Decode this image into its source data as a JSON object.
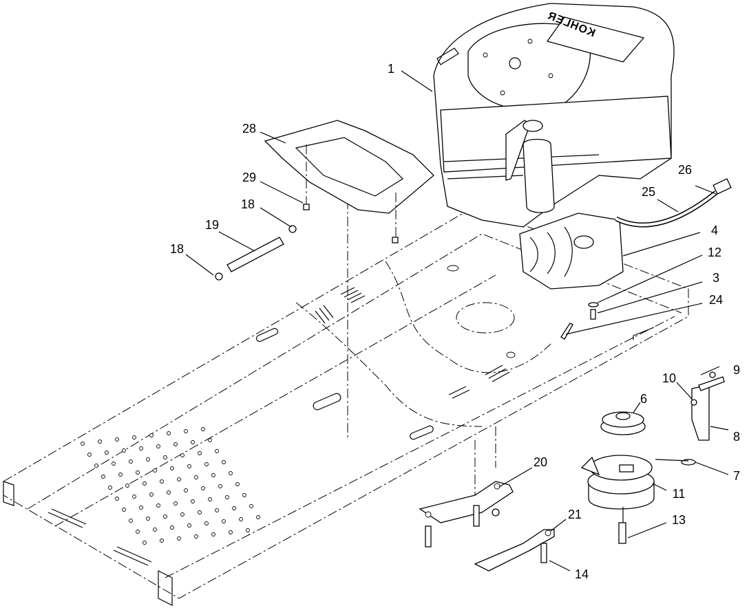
{
  "diagram": {
    "engine_logo": "KOHLER",
    "callouts": [
      {
        "id": "c1",
        "label": "1"
      },
      {
        "id": "c3",
        "label": "3"
      },
      {
        "id": "c4",
        "label": "4"
      },
      {
        "id": "c6",
        "label": "6"
      },
      {
        "id": "c7",
        "label": "7"
      },
      {
        "id": "c8",
        "label": "8"
      },
      {
        "id": "c9",
        "label": "9"
      },
      {
        "id": "c10",
        "label": "10"
      },
      {
        "id": "c11",
        "label": "11"
      },
      {
        "id": "c12",
        "label": "12"
      },
      {
        "id": "c13",
        "label": "13"
      },
      {
        "id": "c14",
        "label": "14"
      },
      {
        "id": "c18a",
        "label": "18"
      },
      {
        "id": "c18b",
        "label": "18"
      },
      {
        "id": "c19",
        "label": "19"
      },
      {
        "id": "c20",
        "label": "20"
      },
      {
        "id": "c21",
        "label": "21"
      },
      {
        "id": "c24",
        "label": "24"
      },
      {
        "id": "c25",
        "label": "25"
      },
      {
        "id": "c26",
        "label": "26"
      },
      {
        "id": "c28",
        "label": "28"
      },
      {
        "id": "c29",
        "label": "29"
      }
    ]
  }
}
